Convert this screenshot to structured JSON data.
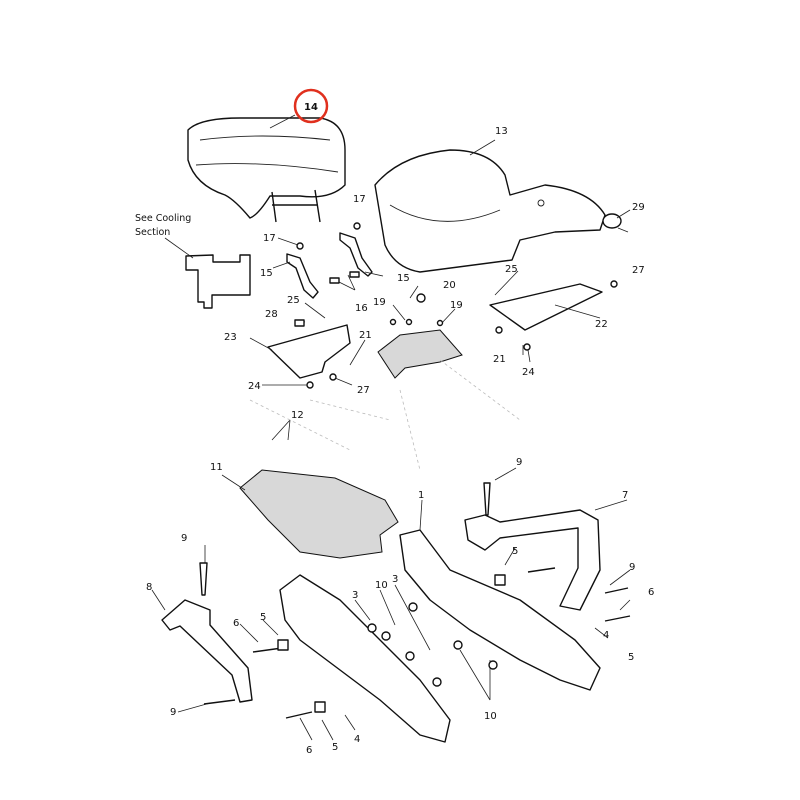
{
  "diagram": {
    "note": [
      "See Cooling",
      "Section"
    ],
    "highlight_color": "#e0301e",
    "highlighted_label": "14",
    "labels": {
      "l14": "14",
      "l13": "13",
      "l29": "29",
      "l17a": "17",
      "l17b": "17",
      "l15a": "15",
      "l15b": "15",
      "l16": "16",
      "l20": "20",
      "l27a": "27",
      "l25a": "25",
      "l25b": "25",
      "l28": "28",
      "l19a": "19",
      "l19b": "19",
      "l22": "22",
      "l23": "23",
      "l21a": "21",
      "l21b": "21",
      "l24a": "24",
      "l24b": "24",
      "l27b": "27",
      "l12": "12",
      "l11": "11",
      "l9a": "9",
      "l1": "1",
      "l7": "7",
      "l9b": "9",
      "l5a": "5",
      "l8": "8",
      "l6a": "6",
      "l5b": "5",
      "l3a": "3",
      "l10a": "10",
      "l3b": "3",
      "l9c": "9",
      "l6b": "6",
      "l4a": "4",
      "l5c": "5",
      "l9d": "9",
      "l10b": "10",
      "l6c": "6",
      "l5d": "5",
      "l4b": "4"
    }
  }
}
